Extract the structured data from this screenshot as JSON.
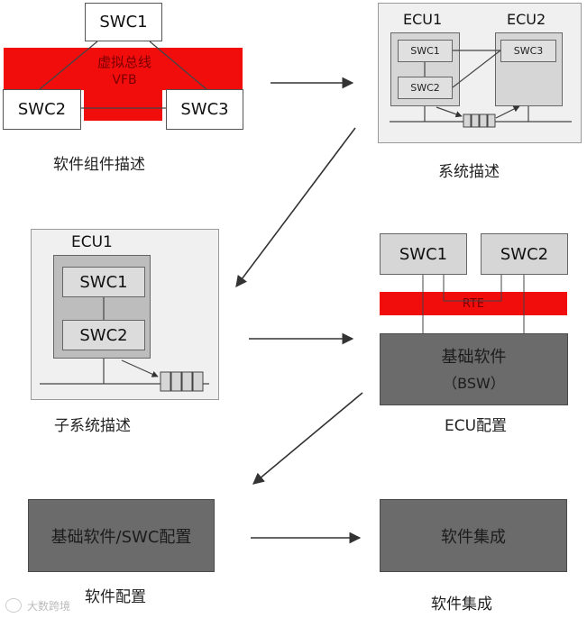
{
  "panel1": {
    "swc1": "SWC1",
    "swc2": "SWC2",
    "swc3": "SWC3",
    "vfb_cn": "虚拟总线",
    "vfb_en": "VFB",
    "caption": "软件组件描述"
  },
  "panel2": {
    "ecu1": "ECU1",
    "ecu2": "ECU2",
    "swc1": "SWC1",
    "swc2": "SWC2",
    "swc3": "SWC3",
    "caption": "系统描述"
  },
  "panel3": {
    "ecu1": "ECU1",
    "swc1": "SWC1",
    "swc2": "SWC2",
    "caption": "子系统描述"
  },
  "panel4": {
    "swc1": "SWC1",
    "swc2": "SWC2",
    "rte": "RTE",
    "bsw_cn": "基础软件",
    "bsw_en": "（BSW）",
    "caption": "ECU配置"
  },
  "panel5": {
    "box": "基础软件/SWC配置",
    "caption": "软件配置"
  },
  "panel6": {
    "box": "软件集成",
    "caption": "软件集成"
  },
  "watermark": "大数跨境"
}
